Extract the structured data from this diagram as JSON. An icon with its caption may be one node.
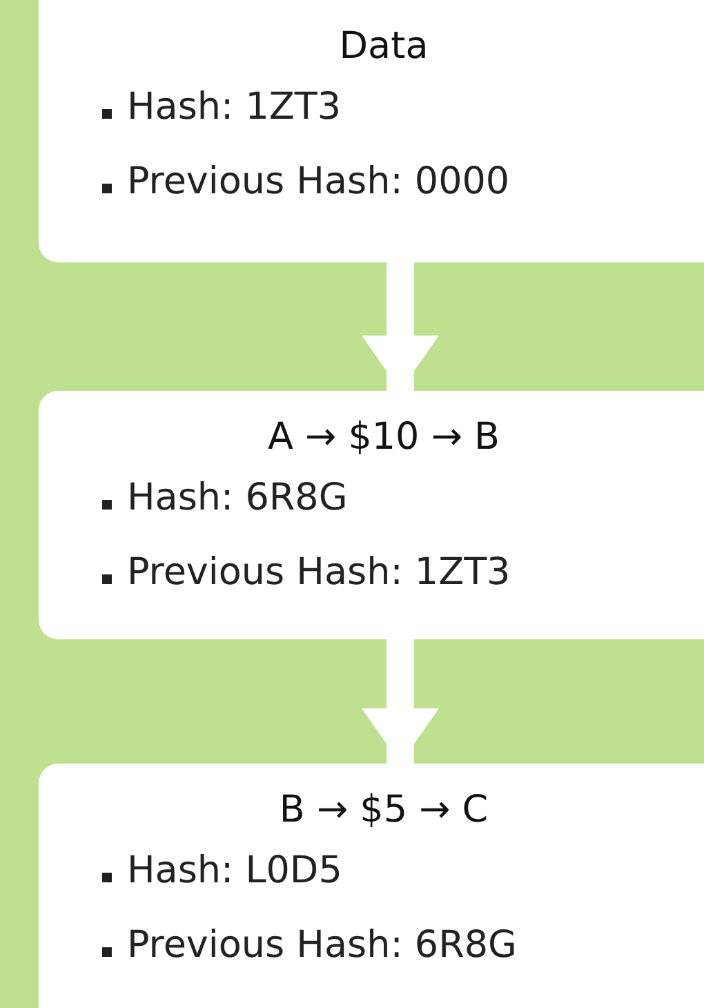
{
  "diagram": {
    "nodes": [
      {
        "text": [
          "Data",
          "Hash: 1ZT3",
          "Previous Hash: 0000"
        ]
      },
      {
        "text": [
          "A → $10 → B",
          "Hash: 6R8G",
          "Previous Hash: 1ZT3"
        ]
      },
      {
        "text": [
          "B → $5 → C",
          "Hash: L0D5",
          "Previous Hash: 6R8G"
        ]
      }
    ],
    "edges": [
      {
        "from": 0,
        "to": 1,
        "arrow": "to"
      },
      {
        "from": 1,
        "to": 2,
        "arrow": "to"
      }
    ]
  }
}
